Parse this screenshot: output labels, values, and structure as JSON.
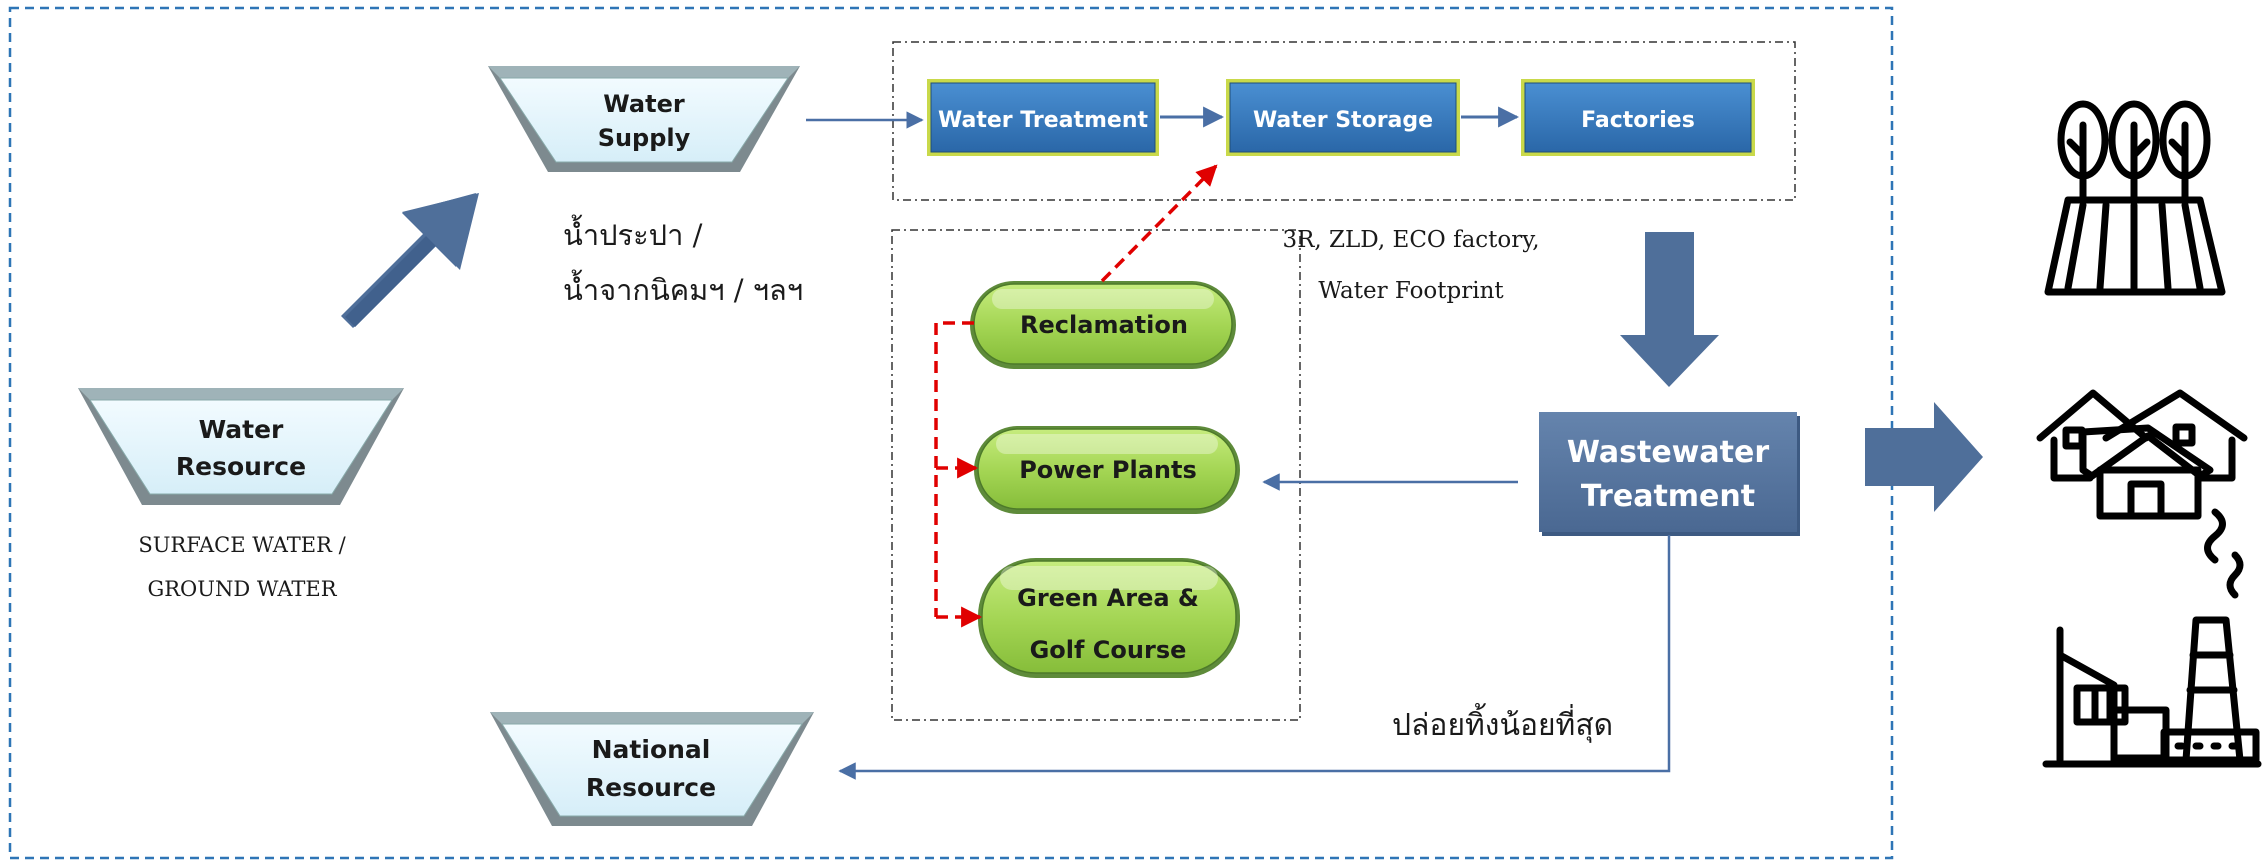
{
  "nodes": {
    "water_resource": {
      "line1": "Water",
      "line2": "Resource"
    },
    "water_supply": {
      "line1": "Water",
      "line2": "Supply"
    },
    "national_resource": {
      "line1": "National",
      "line2": "Resource"
    },
    "water_treatment": "Water Treatment",
    "water_storage": "Water Storage",
    "factories": "Factories",
    "wastewater_treatment": {
      "line1": "Wastewater",
      "line2": "Treatment"
    },
    "reclamation": "Reclamation",
    "power_plants": "Power Plants",
    "green_area": {
      "line1": "Green Area &",
      "line2": "Golf Course"
    }
  },
  "captions": {
    "surface_water_line1": "SURFACE WATER /",
    "surface_water_line2": "GROUND WATER",
    "supply_source_line1": "น้ำประปา /",
    "supply_source_line2": "น้ำจากนิคมฯ / ฯลฯ",
    "practices_line1": "3R, ZLD, ECO factory,",
    "practices_line2": "Water Footprint",
    "minimal_discharge": "ปล่อยทิ้งน้อยที่สุด"
  },
  "icons": [
    "forest-field-icon",
    "houses-icon",
    "factory-icon"
  ],
  "colors": {
    "frame_dash": "#2e75b6",
    "process_box": "#2e75b6",
    "process_border": "#c9d94a",
    "wastewater_box": "#4f6f9a",
    "pill_green": "#a9d65a",
    "recycle_arrow": "#e00000",
    "flow_arrow": "#4a6fa5",
    "big_arrow": "#4f6f9a"
  }
}
